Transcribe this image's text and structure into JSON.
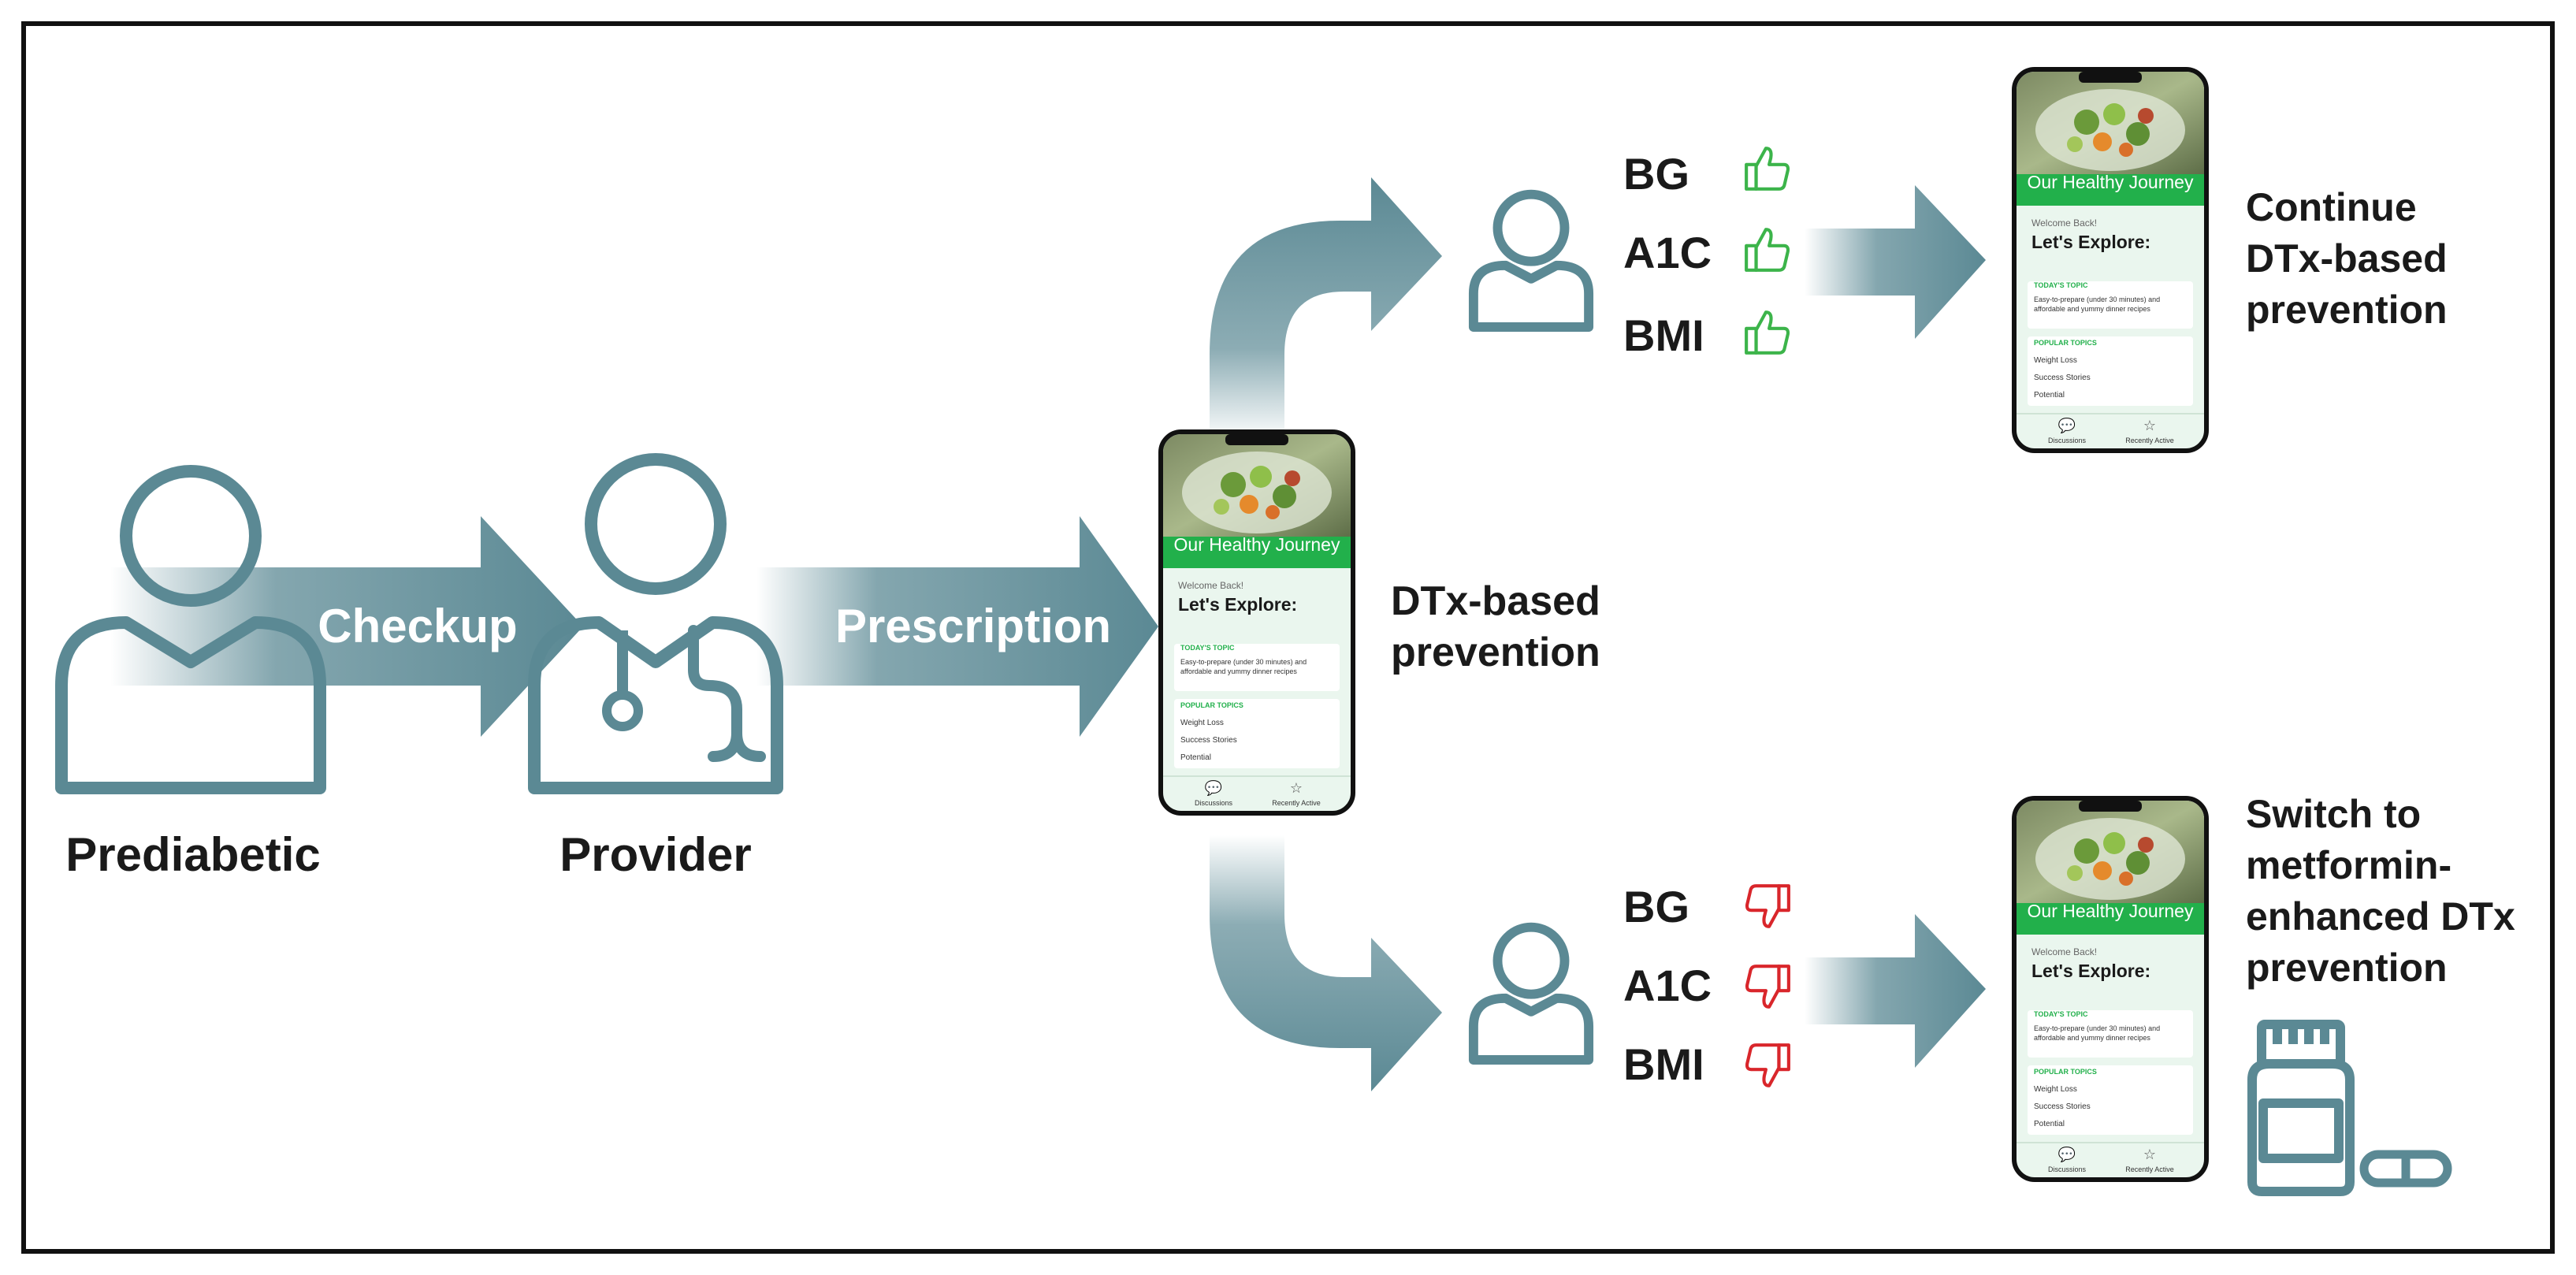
{
  "colors": {
    "teal": "#5b8994",
    "green_thumb": "#3cb44a",
    "red_thumb": "#d9262b",
    "app_green": "#22b04b",
    "app_bg": "#eaf6ee",
    "dark_text": "#1a1a1a"
  },
  "actors": {
    "patient_label": "Prediabetic",
    "provider_label": "Provider"
  },
  "arrows": {
    "checkup_label": "Checkup",
    "prescription_label": "Prescription"
  },
  "center": {
    "line1": "DTx-based",
    "line2": "prevention"
  },
  "phone": {
    "title": "Our Healthy Journey",
    "welcome": "Welcome Back!",
    "explore": "Let's Explore:",
    "today_heading": "TODAY'S TOPIC",
    "today_text_1": "Easy-to-prepare (under 30 minutes) and",
    "today_text_2": "affordable and yummy dinner recipes",
    "popular_heading": "POPULAR TOPICS",
    "popular_items": [
      "Weight Loss",
      "Success Stories",
      "Potential"
    ],
    "nav_discussions": "Discussions",
    "nav_recently_active": "Recently Active"
  },
  "top_outcome": {
    "metrics": [
      "BG",
      "A1C",
      "BMI"
    ],
    "icons": [
      "thumbs-up-icon",
      "thumbs-up-icon",
      "thumbs-up-icon"
    ],
    "result_lines": [
      "Continue",
      "DTx-based",
      "prevention"
    ]
  },
  "bottom_outcome": {
    "metrics": [
      "BG",
      "A1C",
      "BMI"
    ],
    "icons": [
      "thumbs-down-icon",
      "thumbs-down-icon",
      "thumbs-down-icon"
    ],
    "result_lines": [
      "Switch to",
      "metformin-",
      "enhanced DTx",
      "prevention"
    ],
    "extra_icon": "pill-bottle-icon"
  }
}
